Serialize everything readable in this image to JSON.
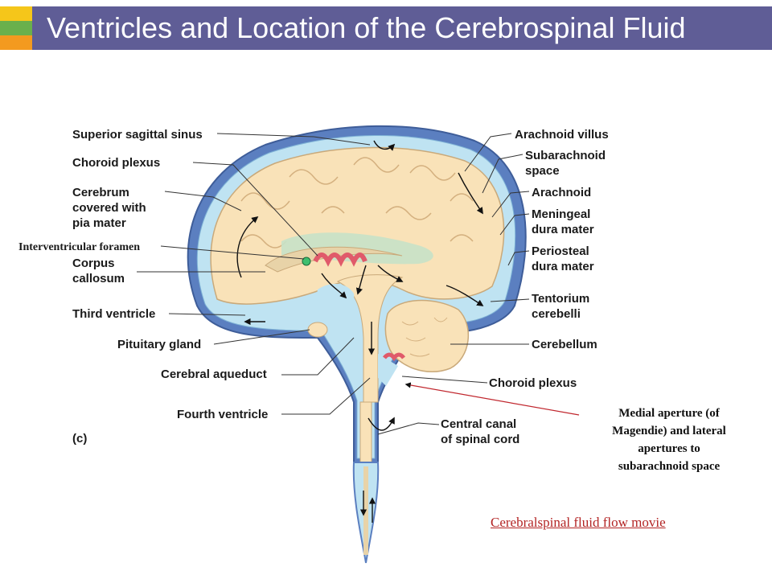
{
  "title": "Ventricles and Location of the Cerebrospinal Fluid",
  "labels_left": {
    "superior_sagittal_sinus": "Superior sagittal sinus",
    "choroid_plexus": "Choroid plexus",
    "cerebrum_1": "Cerebrum",
    "cerebrum_2": "covered with",
    "cerebrum_3": "pia mater",
    "interventricular_foramen": "Interventricular foramen",
    "corpus_1": "Corpus",
    "corpus_2": "callosum",
    "third_ventricle": "Third ventricle",
    "pituitary_gland": "Pituitary gland",
    "cerebral_aqueduct": "Cerebral aqueduct",
    "fourth_ventricle": "Fourth ventricle",
    "panel_letter": "(c)"
  },
  "labels_right": {
    "arachnoid_villus": "Arachnoid villus",
    "subarachnoid_1": "Subarachnoid",
    "subarachnoid_2": "space",
    "arachnoid": "Arachnoid",
    "meningeal_1": "Meningeal",
    "meningeal_2": "dura mater",
    "periosteal_1": "Periosteal",
    "periosteal_2": "dura mater",
    "tentorium_1": "Tentorium",
    "tentorium_2": "cerebelli",
    "cerebellum": "Cerebellum",
    "choroid_plexus": "Choroid plexus",
    "central_canal_1": "Central canal",
    "central_canal_2": "of spinal cord"
  },
  "medial_aperture": {
    "line1": "Medial aperture (of",
    "line2": "Magendie) and lateral",
    "line3": "apertures to",
    "line4": "subarachnoid space"
  },
  "movie_link": "Cerebralspinal fluid flow movie",
  "colors": {
    "title_bar": "#5f5d96",
    "accent_yellow": "#f5c61a",
    "accent_green": "#6ab04c",
    "accent_orange": "#f39a1f",
    "csf_blue": "#bfe3f2",
    "dura_blue": "#5b7fc0",
    "brain_tissue": "#f9e2b8",
    "choroid_red": "#e05a6a",
    "link_red": "#b32424"
  }
}
